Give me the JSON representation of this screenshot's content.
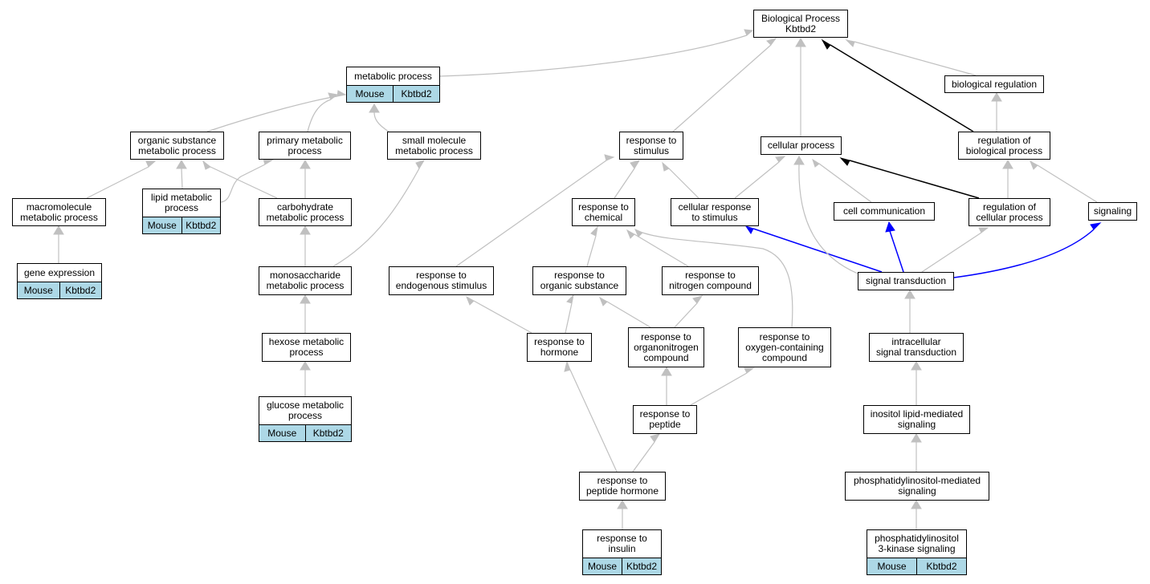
{
  "colors": {
    "edge_gray": "#c0c0c0",
    "edge_black": "#000000",
    "edge_blue": "#0000ff",
    "annotation_fill": "#add8e6"
  },
  "nodes": {
    "bp": {
      "lines": [
        "Biological Process",
        "Kbtbd2"
      ]
    },
    "metabolic": {
      "lines": [
        "metabolic process"
      ],
      "ann": [
        "Mouse",
        "Kbtbd2"
      ]
    },
    "bioreg": {
      "lines": [
        "biological regulation"
      ]
    },
    "organic": {
      "lines": [
        "organic substance",
        "metabolic process"
      ]
    },
    "primary": {
      "lines": [
        "primary metabolic",
        "process"
      ]
    },
    "smallmol": {
      "lines": [
        "small molecule",
        "metabolic process"
      ]
    },
    "rstim": {
      "lines": [
        "response to",
        "stimulus"
      ]
    },
    "cellular": {
      "lines": [
        "cellular process"
      ]
    },
    "regbio": {
      "lines": [
        "regulation of",
        "biological process"
      ]
    },
    "macro": {
      "lines": [
        "macromolecule",
        "metabolic process"
      ]
    },
    "lipid": {
      "lines": [
        "lipid metabolic",
        "process"
      ],
      "ann": [
        "Mouse",
        "Kbtbd2"
      ]
    },
    "carb": {
      "lines": [
        "carbohydrate",
        "metabolic process"
      ]
    },
    "rchem": {
      "lines": [
        "response to",
        "chemical"
      ]
    },
    "cellresp": {
      "lines": [
        "cellular response",
        "to stimulus"
      ]
    },
    "cellcomm": {
      "lines": [
        "cell communication"
      ]
    },
    "regcell": {
      "lines": [
        "regulation of",
        "cellular process"
      ]
    },
    "signaling": {
      "lines": [
        "signaling"
      ]
    },
    "geneexp": {
      "lines": [
        "gene expression"
      ],
      "ann": [
        "Mouse",
        "Kbtbd2"
      ]
    },
    "mono": {
      "lines": [
        "monosaccharide",
        "metabolic process"
      ]
    },
    "rendo": {
      "lines": [
        "response to",
        "endogenous stimulus"
      ]
    },
    "rorg": {
      "lines": [
        "response to",
        "organic substance"
      ]
    },
    "rnitro": {
      "lines": [
        "response to",
        "nitrogen compound"
      ]
    },
    "sigtrans": {
      "lines": [
        "signal transduction"
      ]
    },
    "hexose": {
      "lines": [
        "hexose metabolic",
        "process"
      ]
    },
    "rhorm": {
      "lines": [
        "response to",
        "hormone"
      ]
    },
    "rorgano": {
      "lines": [
        "response to",
        "organonitrogen",
        "compound"
      ]
    },
    "roxy": {
      "lines": [
        "response to",
        "oxygen-containing",
        "compound"
      ]
    },
    "intra": {
      "lines": [
        "intracellular",
        "signal transduction"
      ]
    },
    "glucose": {
      "lines": [
        "glucose metabolic",
        "process"
      ],
      "ann": [
        "Mouse",
        "Kbtbd2"
      ]
    },
    "rpep": {
      "lines": [
        "response to",
        "peptide"
      ]
    },
    "inositol": {
      "lines": [
        "inositol lipid-mediated",
        "signaling"
      ]
    },
    "rpephorm": {
      "lines": [
        "response to",
        "peptide hormone"
      ]
    },
    "phosmed": {
      "lines": [
        "phosphatidylinositol-mediated",
        "signaling"
      ]
    },
    "rins": {
      "lines": [
        "response to",
        "insulin"
      ],
      "ann": [
        "Mouse",
        "Kbtbd2"
      ]
    },
    "pi3k": {
      "lines": [
        "phosphatidylinositol",
        "3-kinase signaling"
      ],
      "ann": [
        "Mouse",
        "Kbtbd2"
      ]
    }
  }
}
